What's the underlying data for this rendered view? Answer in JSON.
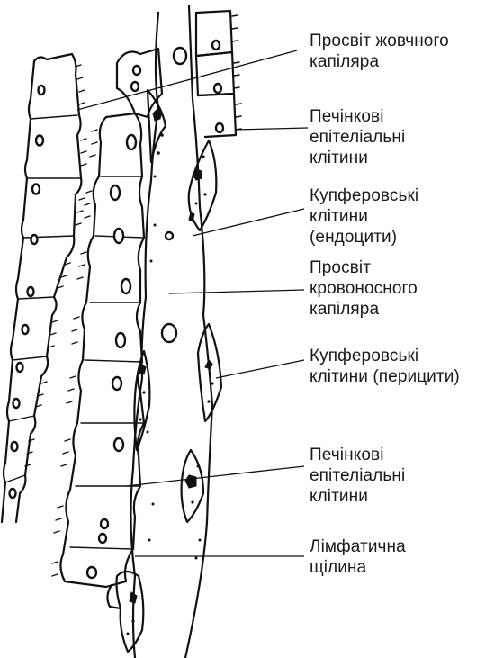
{
  "figure": {
    "labels": [
      {
        "id": "bile-capillary",
        "text": "Просвіт жовчного\nкапіляра"
      },
      {
        "id": "hepatocytes-top",
        "text": "Печінкові\nепітеліальні\nклітини"
      },
      {
        "id": "kupffer-endocytes",
        "text": "Купферовські\nклітини\n(ендоцити)"
      },
      {
        "id": "blood-capillary",
        "text": "Просвіт\nкровоносного\nкапіляра"
      },
      {
        "id": "kupffer-pericytes",
        "text": "Купферовські\nклітини (перицити)"
      },
      {
        "id": "hepatocytes-bottom",
        "text": "Печінкові\nепітеліальні\nклітини"
      },
      {
        "id": "lymph-cleft",
        "text": "Лімфатична\nщілина"
      }
    ]
  }
}
